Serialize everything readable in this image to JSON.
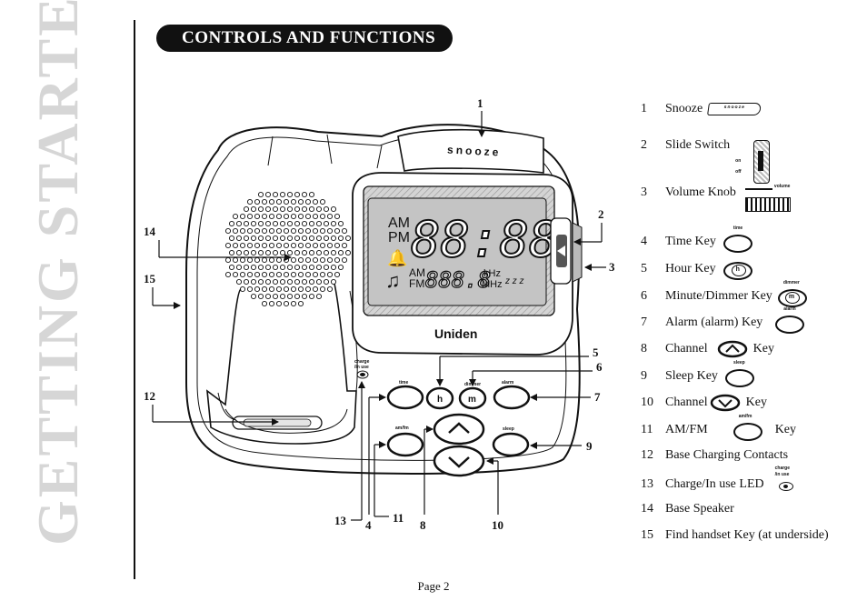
{
  "section_side_title": "GETTING STARTED",
  "header_title": "CONTROLS AND FUNCTIONS",
  "device": {
    "brand": "Uniden",
    "snooze_label": "snooze",
    "lcd_am": "AM",
    "lcd_pm": "PM",
    "lcd_time": "88:88",
    "lcd_band_am": "AM",
    "lcd_band_fm": "FM",
    "lcd_freq": "888.8",
    "lcd_khz": "kHz",
    "lcd_mhz": "MHz",
    "lcd_zzz": "z z z",
    "key_time": "time",
    "key_hour": "h",
    "key_dimmer": "dimmer",
    "key_minute": "m",
    "key_alarm": "alarm",
    "key_amfm": "am/fm",
    "key_sleep": "sleep",
    "led_label_1": "charge",
    "led_label_2": "/in use"
  },
  "callouts": [
    "1",
    "2",
    "3",
    "4",
    "5",
    "6",
    "7",
    "8",
    "9",
    "10",
    "11",
    "12",
    "13",
    "14",
    "15"
  ],
  "legend": [
    {
      "num": "1",
      "label": "Snooze",
      "icon": "snooze-key-icon"
    },
    {
      "num": "2",
      "label": "Slide Switch",
      "icon": "slide-switch-icon"
    },
    {
      "num": "3",
      "label": "Volume Knob",
      "icon": "volume-knob-icon"
    },
    {
      "num": "4",
      "label": "Time Key",
      "icon": "time-key-icon"
    },
    {
      "num": "5",
      "label": "Hour Key",
      "icon": "hour-key-icon"
    },
    {
      "num": "6",
      "label": "Minute/Dimmer Key",
      "icon": "minute-dimmer-key-icon"
    },
    {
      "num": "7",
      "label": "Alarm (alarm) Key",
      "icon": "alarm-key-icon"
    },
    {
      "num": "8",
      "label": "Channel",
      "suffix": "Key",
      "icon": "channel-up-key-icon"
    },
    {
      "num": "9",
      "label": "Sleep Key",
      "icon": "sleep-key-icon"
    },
    {
      "num": "10",
      "label": "Channel",
      "suffix": "Key",
      "icon": "channel-down-key-icon"
    },
    {
      "num": "11",
      "label": "AM/FM",
      "suffix": "Key",
      "icon": "amfm-key-icon"
    },
    {
      "num": "12",
      "label": "Base Charging Contacts"
    },
    {
      "num": "13",
      "label": "Charge/In use LED",
      "icon": "charge-led-icon"
    },
    {
      "num": "14",
      "label": "Base Speaker"
    },
    {
      "num": "15",
      "label": "Find handset Key (at underside)"
    }
  ],
  "legend_icon_text": {
    "snooze": "snooze",
    "volume": "volume",
    "time": "time",
    "hour": "h",
    "dimmer": "dimmer",
    "minute": "m",
    "alarm": "alarm",
    "sleep": "sleep",
    "amfm": "am/fm",
    "charge_1": "charge",
    "charge_2": "/in use",
    "switch_1": "on",
    "switch_2": "off"
  },
  "footer_page": "Page 2"
}
